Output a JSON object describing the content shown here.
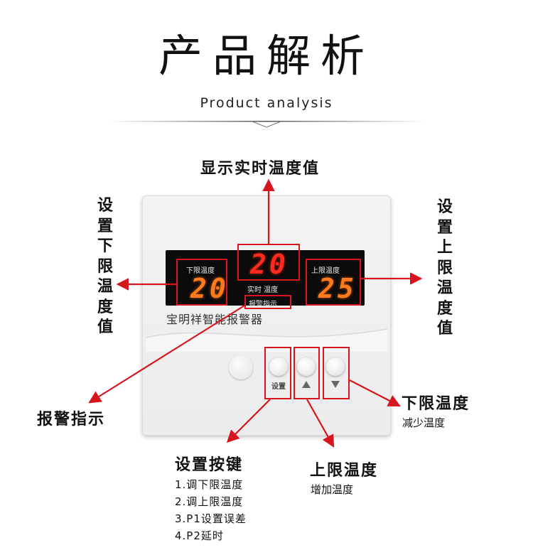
{
  "header": {
    "title": "产品解析",
    "subtitle": "Product analysis"
  },
  "callouts": {
    "top": "显示实时温度值",
    "left_vertical": [
      "设",
      "置",
      "下",
      "限",
      "温",
      "度",
      "值"
    ],
    "right_vertical": [
      "设",
      "置",
      "上",
      "限",
      "温",
      "度",
      "值"
    ],
    "alarm": "报警指示",
    "set_key": {
      "title": "设置按键",
      "items": [
        "1.调下限温度",
        "2.调上限温度",
        "3.P1设置误差",
        "4.P2延时"
      ]
    },
    "up_key": {
      "title": "上限温度",
      "desc": "增加温度"
    },
    "down_key": {
      "title": "下限温度",
      "desc": "减少温度"
    }
  },
  "device": {
    "lower_limit_label": "下限温度",
    "lower_limit_value": "20",
    "realtime_value": "20",
    "realtime_label": "实时  温度",
    "alarm_label": "报警指示",
    "upper_limit_label": "上限温度",
    "upper_limit_value": "25",
    "brand": "宝明祥智能报警器",
    "set_button_label": "设置"
  },
  "colors": {
    "accent_red": "#d7151e",
    "digit_orange": "#ff7a1a",
    "digit_red": "#ff2a1e"
  }
}
